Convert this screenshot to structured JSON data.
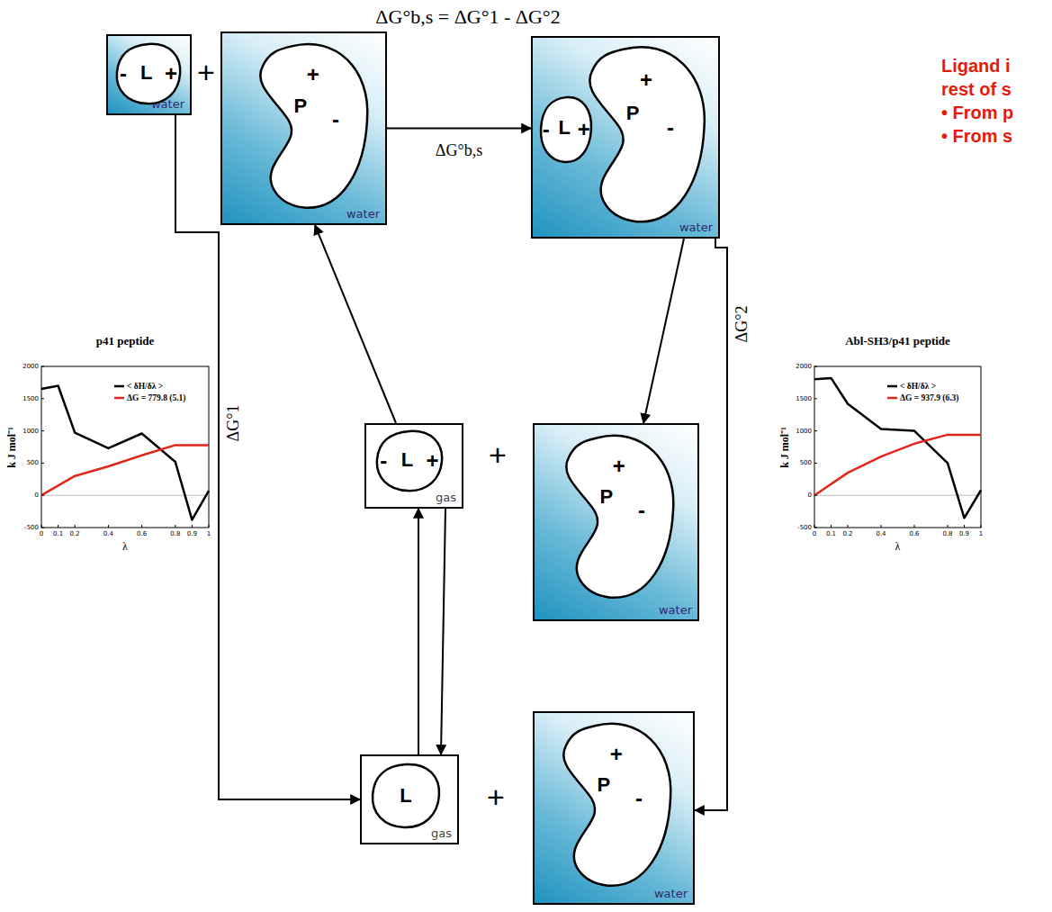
{
  "diagram": {
    "title": "ΔG°b,s = ΔG°1 - ΔG°2",
    "nodes": [
      {
        "text": [
          "water"
        ]
      },
      {
        "text": [
          "-",
          "L",
          "+"
        ],
        "in": 0
      },
      {
        "text": [
          "water"
        ]
      },
      {
        "text": [
          "+",
          "P",
          "-"
        ],
        "in": 2
      },
      {
        "text": [
          "water"
        ]
      },
      {
        "text": [
          "-",
          "L",
          "+"
        ],
        "in": 4
      },
      {
        "text": [
          "+",
          "P",
          "-"
        ],
        "in": 4
      },
      {
        "text": [
          "gas"
        ]
      },
      {
        "text": [
          "-",
          "L",
          "+"
        ],
        "in": 7
      },
      {
        "text": [
          "water"
        ]
      },
      {
        "text": [
          "+",
          "P",
          "-"
        ],
        "in": 9
      },
      {
        "text": [
          "gas"
        ]
      },
      {
        "text": [
          "L"
        ],
        "in": 11
      },
      {
        "text": [
          "water"
        ]
      },
      {
        "text": [
          "+",
          "P",
          "-"
        ],
        "in": 13
      }
    ],
    "edges": [
      {
        "from": 2,
        "to": 4,
        "arrow": "to",
        "label": "ΔG°b,s"
      },
      {
        "from": 4,
        "to": 9,
        "arrow": "to"
      },
      {
        "from": 7,
        "to": 2,
        "arrow": "to"
      },
      {
        "from": 0,
        "to": 11,
        "arrow": "to",
        "label": "ΔG°1"
      },
      {
        "from": 4,
        "to": 13,
        "arrow": "to",
        "label": "ΔG°2"
      },
      {
        "from": 11,
        "to": 7,
        "arrow": "to"
      },
      {
        "from": 7,
        "to": 11,
        "arrow": "to"
      }
    ],
    "labels": [
      "Ligand i",
      "rest of s",
      "• From p",
      "• From s",
      "+",
      "+",
      "+",
      "p41 peptide",
      "k J mol⁻¹",
      "λ",
      "2000",
      "1500",
      "1000",
      "500",
      "0",
      "-500",
      "0",
      "0.1",
      "0.2",
      "0.4",
      "0.6",
      "0.8",
      "0.9",
      "1",
      "Abl-SH3/p41 peptide",
      "k J mol⁻¹",
      "λ",
      "2000",
      "1500",
      "1000",
      "500",
      "0",
      "-500",
      "0",
      "0.1",
      "0.2",
      "0.4",
      "0.6",
      "0.8",
      "0.9",
      "1"
    ],
    "legend": [
      {
        "text": "< δH/δλ >"
      },
      {
        "text": "ΔG = 779.8 (5.1)"
      },
      {
        "text": "< δH/δλ >"
      },
      {
        "text": "ΔG = 937.9 (6.3)"
      }
    ]
  }
}
